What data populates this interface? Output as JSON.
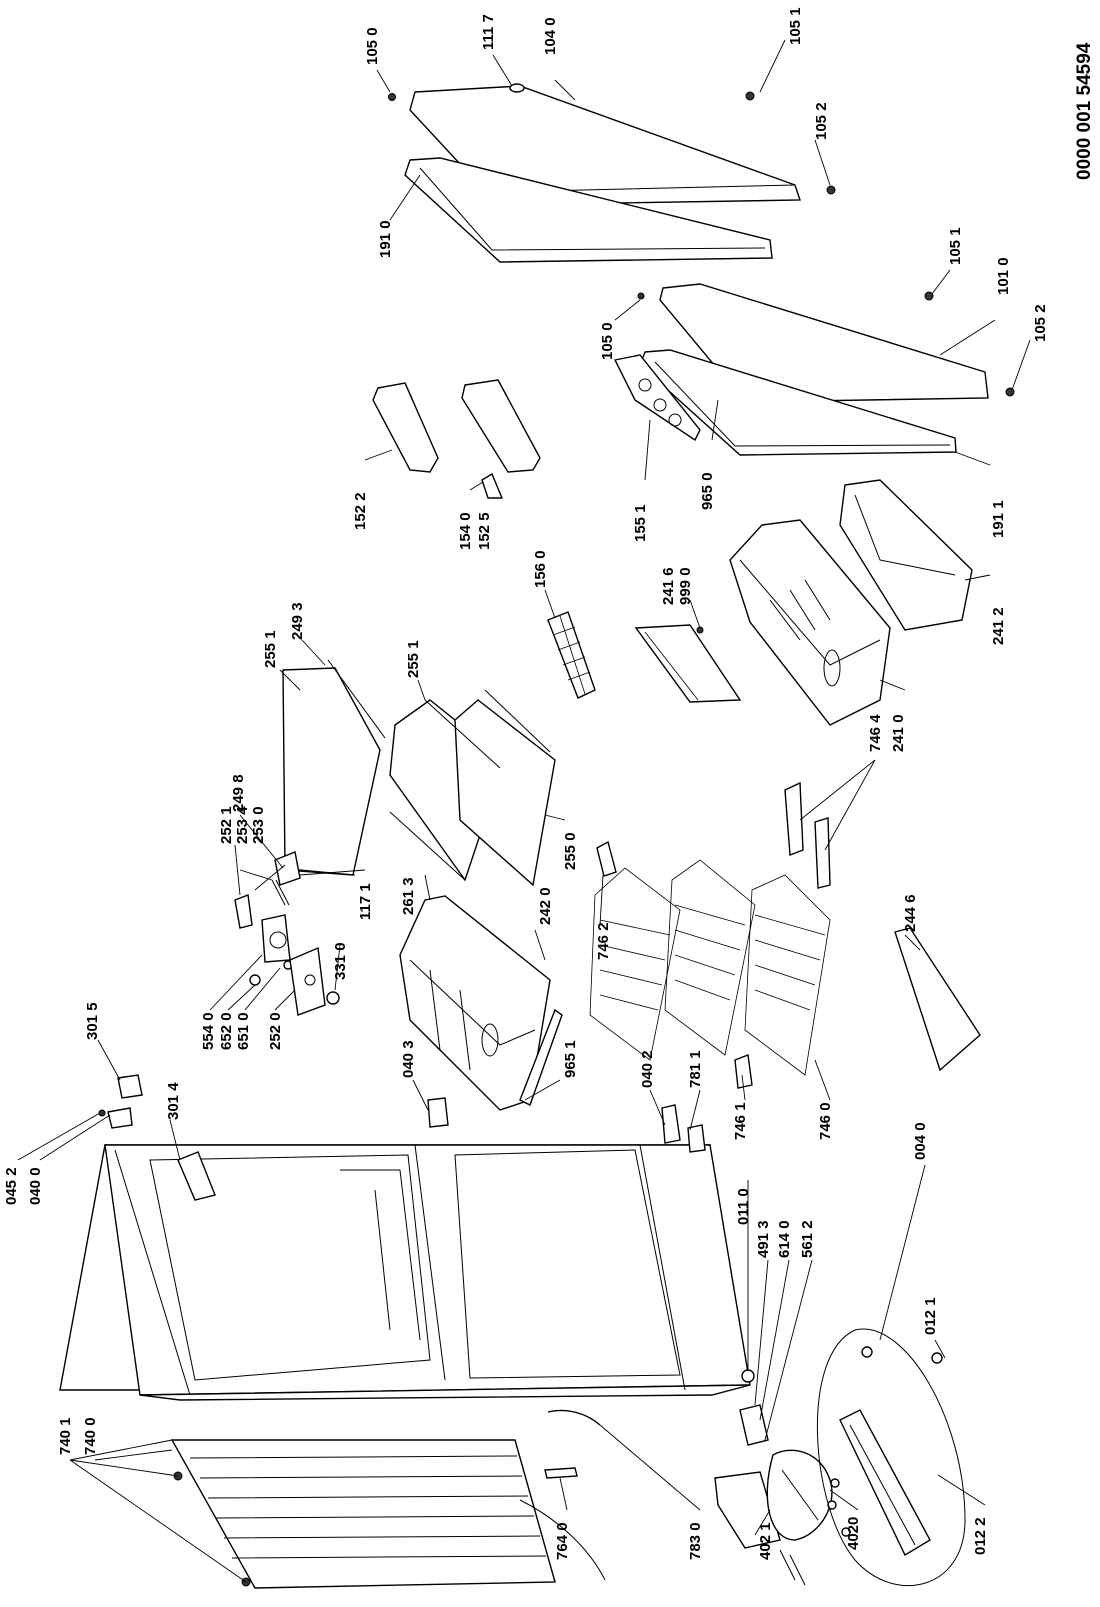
{
  "document_number": "0000 001 54594",
  "labels": {
    "l1050a": "105 0",
    "l1117": "111 7",
    "l1040": "104 0",
    "l1051a": "105 1",
    "l1052a": "105 2",
    "l1910": "191 0",
    "l1051b": "105 1",
    "l1010": "101 0",
    "l1050b": "105 0",
    "l1052b": "105 2",
    "l1522": "152 2",
    "l1540": "154 0",
    "l1525": "152 5",
    "l1551": "155 1",
    "l9650": "965 0",
    "l1911": "191 1",
    "l1560": "156 0",
    "l2416": "241 6",
    "l9990": "999 0",
    "l2412": "241 2",
    "l2410": "241 0",
    "l2551a": "255 1",
    "l2493": "249 3",
    "l2551b": "255 1",
    "l2498": "249 8",
    "l2521": "252 1",
    "l2534": "253 4",
    "l2530": "253 0",
    "l1171": "117 1",
    "l2550": "255 0",
    "l2613": "261 3",
    "l2420": "242 0",
    "l7464": "746 4",
    "l7462": "746 2",
    "l2446": "244 6",
    "l5540": "554 0",
    "l6520": "652 0",
    "l6510": "651 0",
    "l2520": "252 0",
    "l3310": "331 0",
    "l3015": "301 5",
    "l3014": "301 4",
    "l0452": "045 2",
    "l0400": "040 0",
    "l0403": "040 3",
    "l9651": "965 1",
    "l0402": "040 2",
    "l7811": "781 1",
    "l7461": "746 1",
    "l7460": "746 0",
    "l0040": "004 0",
    "l0110": "011 0",
    "l4913": "491 3",
    "l6140": "614 0",
    "l5612": "561 2",
    "l0121": "012 1",
    "l0122": "012 2",
    "l4020": "4020",
    "l4021": "402 1",
    "l7401": "740 1",
    "l7400": "740 0",
    "l7640": "764 0",
    "l7830": "783 0"
  }
}
